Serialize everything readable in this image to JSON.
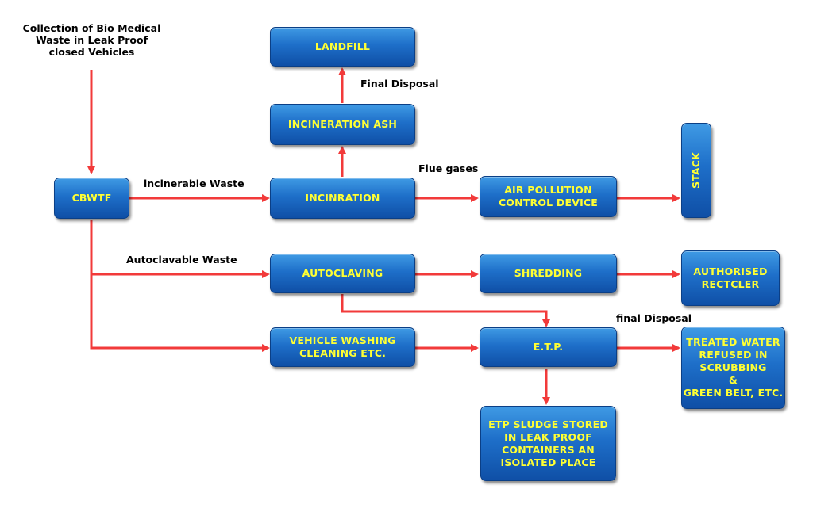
{
  "nodes": {
    "collection": "Collection of Bio Medical\nWaste in Leak Proof\nclosed Vehicles",
    "cbwtf": "CBWTF",
    "landfill": "LANDFILL",
    "incineration_ash": "INCINERATION  ASH",
    "incinration": "INCINRATION",
    "air_pollution": "AIR POLLUTION\nCONTROL DEVICE",
    "stack": "STACK",
    "autoclaving": "AUTOCLAVING",
    "shredding": "SHREDDING",
    "authorised_recycler": "AUTHORISED\nRECTCLER",
    "vehicle_washing": "VEHICLE WASHING\nCLEANING ETC.",
    "etp": "E.T.P.",
    "treated_water": "TREATED WATER\nREFUSED IN\nSCRUBBING\n&\nGREEN BELT, ETC.",
    "etp_sludge": "ETP SLUDGE STORED\nIN LEAK PROOF\nCONTAINERS AN\nISOLATED PLACE"
  },
  "edge_labels": {
    "final_disposal": "Final Disposal",
    "flue_gases": "Flue gases",
    "incinerable_waste": "incinerable Waste",
    "autoclavable_waste": "Autoclavable Waste",
    "final_disposal_lower": "final Disposal"
  },
  "colors": {
    "box_top": "#3f9ae4",
    "box_bottom": "#0f4fa6",
    "box_text": "#ffff33",
    "arrow": "#f23a3a"
  }
}
